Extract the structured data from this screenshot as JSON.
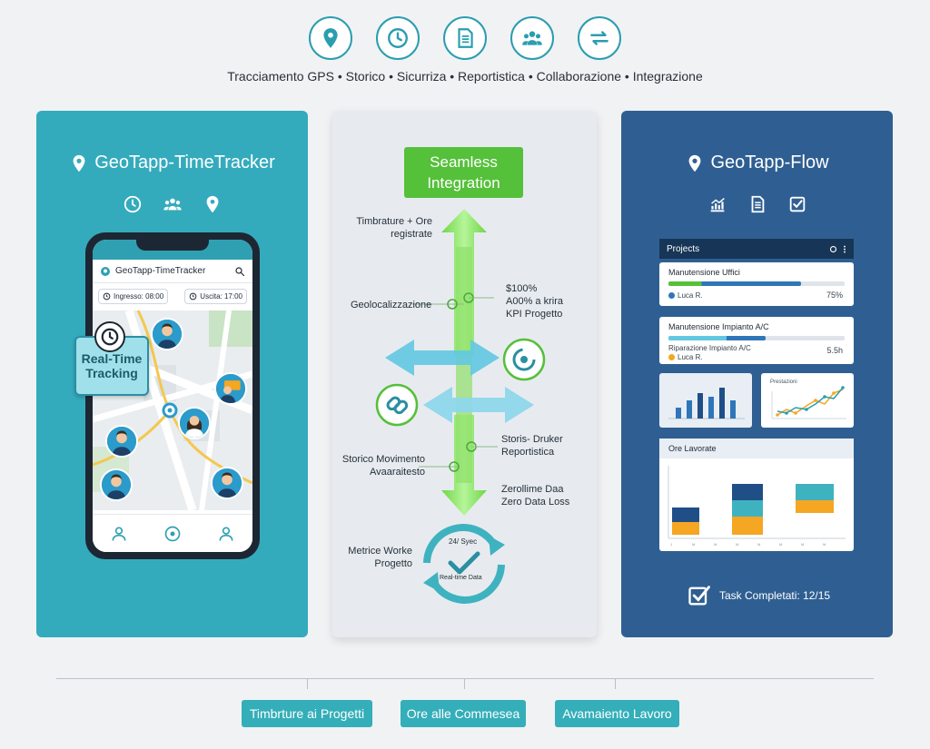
{
  "header": {
    "icons": [
      "location-pin-icon",
      "clock-icon",
      "document-icon",
      "team-icon",
      "exchange-arrows-icon"
    ],
    "features": "Tracciamento GPS  •  Storico  •  Sicurriza  •  Reportistica  •  Collaborazione  •  Integrazione"
  },
  "left": {
    "brand": "GeoTapp-TimeTracker",
    "phone": {
      "app_title": "GeoTapp-TimeTracker",
      "chip_in": "Ingresso: 08:00",
      "chip_out": "Uscita: 17:00"
    },
    "badge_line1": "Real-Time",
    "badge_line2": "Tracking"
  },
  "middle": {
    "title_line1": "Seamless",
    "title_line2": "Integration",
    "labels": {
      "l1a": "Timbrature + Ore",
      "l1b": "registrate",
      "l2": "Geolocalizzazione",
      "r1a": "$100%",
      "r1b": "A00% a krira",
      "r1c": "KPI Progetto",
      "l3a": "Storico Movimento",
      "l3b": "Avaaraitesto",
      "r2a": "Storis- Druker",
      "r2b": "Reportistica",
      "r3a": "Zerollime Daa",
      "r3b": "Zero Data Loss",
      "l4a": "Metrice Worke",
      "l4b": "Progetto",
      "cycle_top": "24/ Syec",
      "cycle_bottom": "Real-time Data"
    }
  },
  "right": {
    "brand": "GeoTapp-Flow",
    "projects_label": "Projects",
    "project1": {
      "title": "Manutensione Uffici",
      "person": "Luca R.",
      "percent": "75%",
      "progress": 0.75
    },
    "project2": {
      "title": "Manutensione Impianto A/C",
      "subtitle": "Riparazione Impianto A/C",
      "person": "Luca R.",
      "hours": "5.5h",
      "progress": 0.55
    },
    "mini_chart_label": "Prestazioni",
    "ore_label": "Ore Lavorate",
    "task": "Task Completati: 12/15"
  },
  "bottom": {
    "pill1": "Timbrture ai Progetti",
    "pill2": "Ore alle Commesea",
    "pill3": "Avamaiento Lavoro"
  },
  "colors": {
    "teal": "#34abbd",
    "navy": "#2f5f92",
    "green": "#55c03a",
    "cyan": "#62c8e2",
    "orange": "#f5a623"
  }
}
